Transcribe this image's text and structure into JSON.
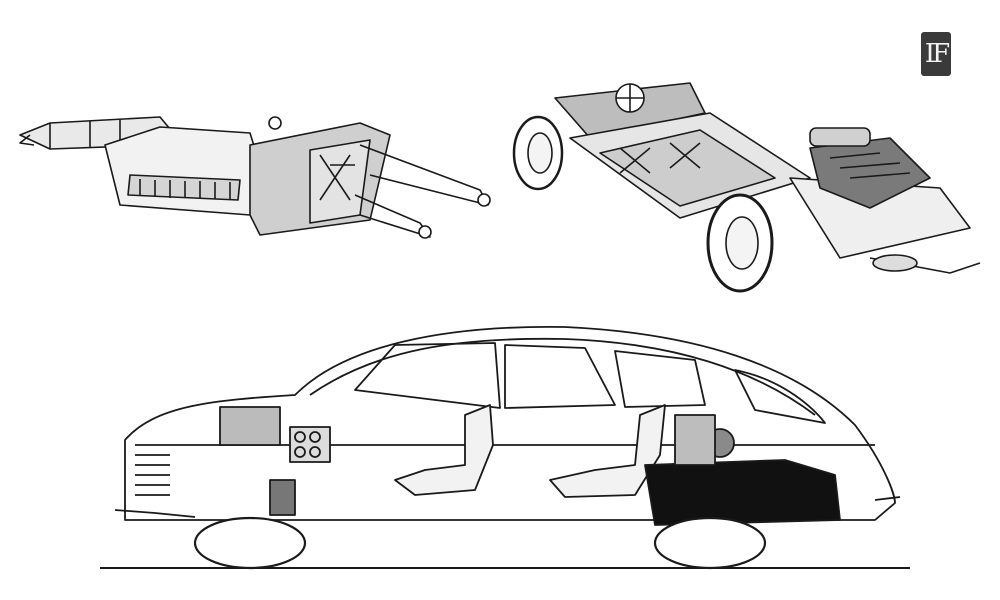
{
  "logo": {
    "text": "IF",
    "color": "#3a3a3a"
  },
  "illustrations": [
    {
      "subject": "chassis-frame"
    },
    {
      "subject": "rolling-chassis"
    },
    {
      "subject": "car-cutaway"
    }
  ],
  "colors": {
    "ink": "#1a1a1a",
    "background": "#ffffff"
  }
}
